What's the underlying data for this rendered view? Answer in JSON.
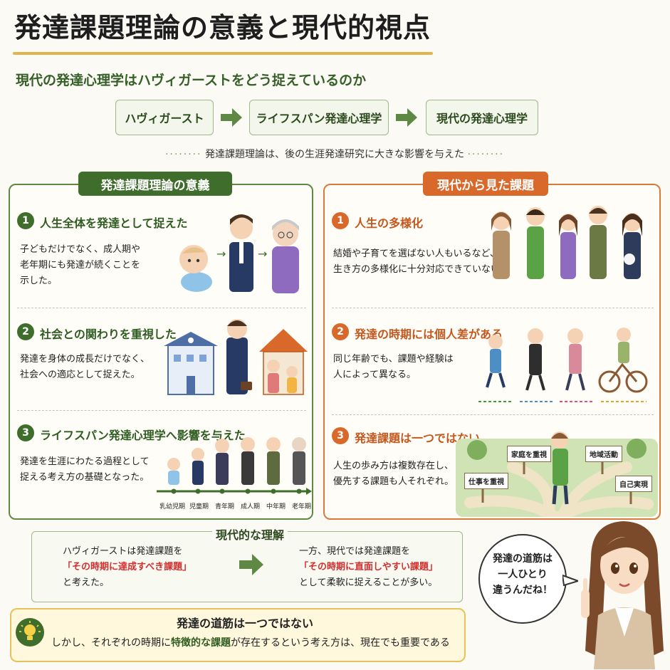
{
  "title": "発達課題理論の意義と現代的視点",
  "subtitle": "現代の発達心理学はハヴィガーストをどう捉えているのか",
  "flow": {
    "steps": [
      "ハヴィガースト",
      "ライフスパン発達心理学",
      "現代の発達心理学"
    ],
    "caption": "発達課題理論は、後の生涯発達研究に大きな影響を与えた"
  },
  "left_panel": {
    "heading": "発達課題理論の意義",
    "items": [
      {
        "num": "1",
        "title": "人生全体を発達として捉えた",
        "lines": [
          "子どもだけでなく、成人期や",
          "老年期にも発達が続くことを",
          "示した。"
        ]
      },
      {
        "num": "2",
        "title": "社会との関わりを重視した",
        "lines": [
          "発達を身体の成長だけでなく、",
          "社会への適応として捉えた。"
        ]
      },
      {
        "num": "3",
        "title": "ライフスパン発達心理学へ影響を与えた",
        "lines": [
          "発達を生涯にわたる過程として",
          "捉える考え方の基礎となった。"
        ]
      }
    ],
    "timeline_labels": [
      "乳幼児期",
      "児童期",
      "青年期",
      "成人期",
      "中年期",
      "老年期"
    ]
  },
  "right_panel": {
    "heading": "現代から見た課題",
    "items": [
      {
        "num": "1",
        "title": "人生の多様化",
        "lines": [
          "結婚や子育てを選ばない人もいるなど、",
          "生き方の多様化に十分対応できていない。"
        ]
      },
      {
        "num": "2",
        "title": "発達の時期には個人差がある",
        "lines": [
          "同じ年齢でも、課題や経験は",
          "人によって異なる。"
        ]
      },
      {
        "num": "3",
        "title": "発達課題は一つではない",
        "lines": [
          "人生の歩み方は複数存在し、",
          "優先する課題も人それぞれ。"
        ]
      }
    ],
    "signs": [
      "家庭を重視",
      "地域活動",
      "仕事を重視",
      "自己実現"
    ]
  },
  "modern": {
    "heading": "現代的な理解",
    "left_lines": [
      "ハヴィガーストは発達課題を",
      "「その時期に達成すべき課題」",
      "と考えた。"
    ],
    "right_lines": [
      "一方、現代では発達課題を",
      "「その時期に直面しやすい課題」",
      "として柔軟に捉えることが多い。"
    ]
  },
  "conclusion": {
    "title": "発達の道筋は一つではない",
    "body_pre": "しかし、それぞれの時期に",
    "body_hl": "特徴的な課題",
    "body_post": "が存在するという考え方は、現在でも重要である"
  },
  "speech": {
    "lines": [
      "発達の道筋は",
      "一人ひとり",
      "違うんだね！"
    ]
  },
  "colors": {
    "green": "#3f6e2c",
    "orange": "#d8692b",
    "gold": "#e0b64c"
  }
}
